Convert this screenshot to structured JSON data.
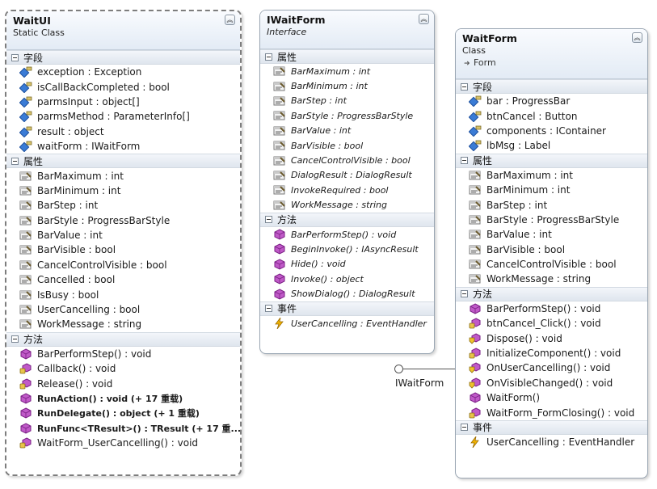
{
  "colors": {
    "header_bg": "#e3ebf5",
    "section_bg": "#dfe6ee",
    "border": "#9aa6b3"
  },
  "waitui": {
    "name": "WaitUI",
    "kind": "Static Class",
    "sections": [
      {
        "label": "字段",
        "rows": [
          {
            "text": "exception : Exception",
            "icon": "field-icon"
          },
          {
            "text": "isCallBackCompleted : bool",
            "icon": "field-icon"
          },
          {
            "text": "parmsInput : object[]",
            "icon": "field-icon"
          },
          {
            "text": "parmsMethod : ParameterInfo[]",
            "icon": "field-icon"
          },
          {
            "text": "result : object",
            "icon": "field-icon"
          },
          {
            "text": "waitForm : IWaitForm",
            "icon": "field-icon"
          }
        ]
      },
      {
        "label": "属性",
        "rows": [
          {
            "text": "BarMaximum : int",
            "icon": "property-icon"
          },
          {
            "text": "BarMinimum : int",
            "icon": "property-icon"
          },
          {
            "text": "BarStep : int",
            "icon": "property-icon"
          },
          {
            "text": "BarStyle : ProgressBarStyle",
            "icon": "property-icon"
          },
          {
            "text": "BarValue : int",
            "icon": "property-icon"
          },
          {
            "text": "BarVisible : bool",
            "icon": "property-icon"
          },
          {
            "text": "CancelControlVisible : bool",
            "icon": "property-icon"
          },
          {
            "text": "Cancelled : bool",
            "icon": "property-icon"
          },
          {
            "text": "IsBusy : bool",
            "icon": "property-icon"
          },
          {
            "text": "UserCancelling : bool",
            "icon": "property-icon"
          },
          {
            "text": "WorkMessage : string",
            "icon": "property-icon"
          }
        ]
      },
      {
        "label": "方法",
        "rows": [
          {
            "text": "BarPerformStep() : void",
            "icon": "method-icon"
          },
          {
            "text": "Callback() : void",
            "icon": "private-method-icon"
          },
          {
            "text": "Release() : void",
            "icon": "private-method-icon"
          },
          {
            "text": "RunAction() : void (+ 17 重载)",
            "icon": "method-icon",
            "bold": true
          },
          {
            "text": "RunDelegate() : object (+ 1 重载)",
            "icon": "method-icon",
            "bold": true
          },
          {
            "text": "RunFunc<TResult>() : TResult (+ 17 重...",
            "icon": "method-icon",
            "bold": true
          },
          {
            "text": "WaitForm_UserCancelling() : void",
            "icon": "private-method-icon"
          }
        ]
      }
    ]
  },
  "iwaitform": {
    "name": "IWaitForm",
    "kind": "Interface",
    "sections": [
      {
        "label": "属性",
        "rows": [
          {
            "text": "BarMaximum : int",
            "icon": "property-icon"
          },
          {
            "text": "BarMinimum : int",
            "icon": "property-icon"
          },
          {
            "text": "BarStep : int",
            "icon": "property-icon"
          },
          {
            "text": "BarStyle : ProgressBarStyle",
            "icon": "property-icon"
          },
          {
            "text": "BarValue : int",
            "icon": "property-icon"
          },
          {
            "text": "BarVisible : bool",
            "icon": "property-icon"
          },
          {
            "text": "CancelControlVisible : bool",
            "icon": "property-icon"
          },
          {
            "text": "DialogResult : DialogResult",
            "icon": "property-icon"
          },
          {
            "text": "InvokeRequired : bool",
            "icon": "property-icon"
          },
          {
            "text": "WorkMessage : string",
            "icon": "property-icon"
          }
        ]
      },
      {
        "label": "方法",
        "rows": [
          {
            "text": "BarPerformStep() : void",
            "icon": "method-icon"
          },
          {
            "text": "BeginInvoke() : IAsyncResult",
            "icon": "method-icon"
          },
          {
            "text": "Hide() : void",
            "icon": "method-icon"
          },
          {
            "text": "Invoke() : object",
            "icon": "method-icon"
          },
          {
            "text": "ShowDialog() : DialogResult",
            "icon": "method-icon"
          }
        ]
      },
      {
        "label": "事件",
        "rows": [
          {
            "text": "UserCancelling : EventHandler",
            "icon": "event-icon"
          }
        ]
      }
    ]
  },
  "waitform": {
    "name": "WaitForm",
    "kind": "Class",
    "base": "Form",
    "sections": [
      {
        "label": "字段",
        "rows": [
          {
            "text": "bar : ProgressBar",
            "icon": "field-icon"
          },
          {
            "text": "btnCancel : Button",
            "icon": "field-icon"
          },
          {
            "text": "components : IContainer",
            "icon": "field-icon"
          },
          {
            "text": "lbMsg : Label",
            "icon": "field-icon"
          }
        ]
      },
      {
        "label": "属性",
        "rows": [
          {
            "text": "BarMaximum : int",
            "icon": "property-icon"
          },
          {
            "text": "BarMinimum : int",
            "icon": "property-icon"
          },
          {
            "text": "BarStep : int",
            "icon": "property-icon"
          },
          {
            "text": "BarStyle : ProgressBarStyle",
            "icon": "property-icon"
          },
          {
            "text": "BarValue : int",
            "icon": "property-icon"
          },
          {
            "text": "BarVisible : bool",
            "icon": "property-icon"
          },
          {
            "text": "CancelControlVisible : bool",
            "icon": "property-icon"
          },
          {
            "text": "WorkMessage : string",
            "icon": "property-icon"
          }
        ]
      },
      {
        "label": "方法",
        "rows": [
          {
            "text": "BarPerformStep() : void",
            "icon": "method-icon"
          },
          {
            "text": "btnCancel_Click() : void",
            "icon": "private-method-icon"
          },
          {
            "text": "Dispose() : void",
            "icon": "protected-method-icon"
          },
          {
            "text": "InitializeComponent() : void",
            "icon": "private-method-icon"
          },
          {
            "text": "OnUserCancelling() : void",
            "icon": "protected-method-icon"
          },
          {
            "text": "OnVisibleChanged() : void",
            "icon": "protected-method-icon"
          },
          {
            "text": "WaitForm()",
            "icon": "method-icon"
          },
          {
            "text": "WaitForm_FormClosing() : void",
            "icon": "private-method-icon"
          }
        ]
      },
      {
        "label": "事件",
        "rows": [
          {
            "text": "UserCancelling : EventHandler",
            "icon": "event-icon"
          }
        ]
      }
    ]
  },
  "connector": {
    "label": "IWaitForm"
  }
}
